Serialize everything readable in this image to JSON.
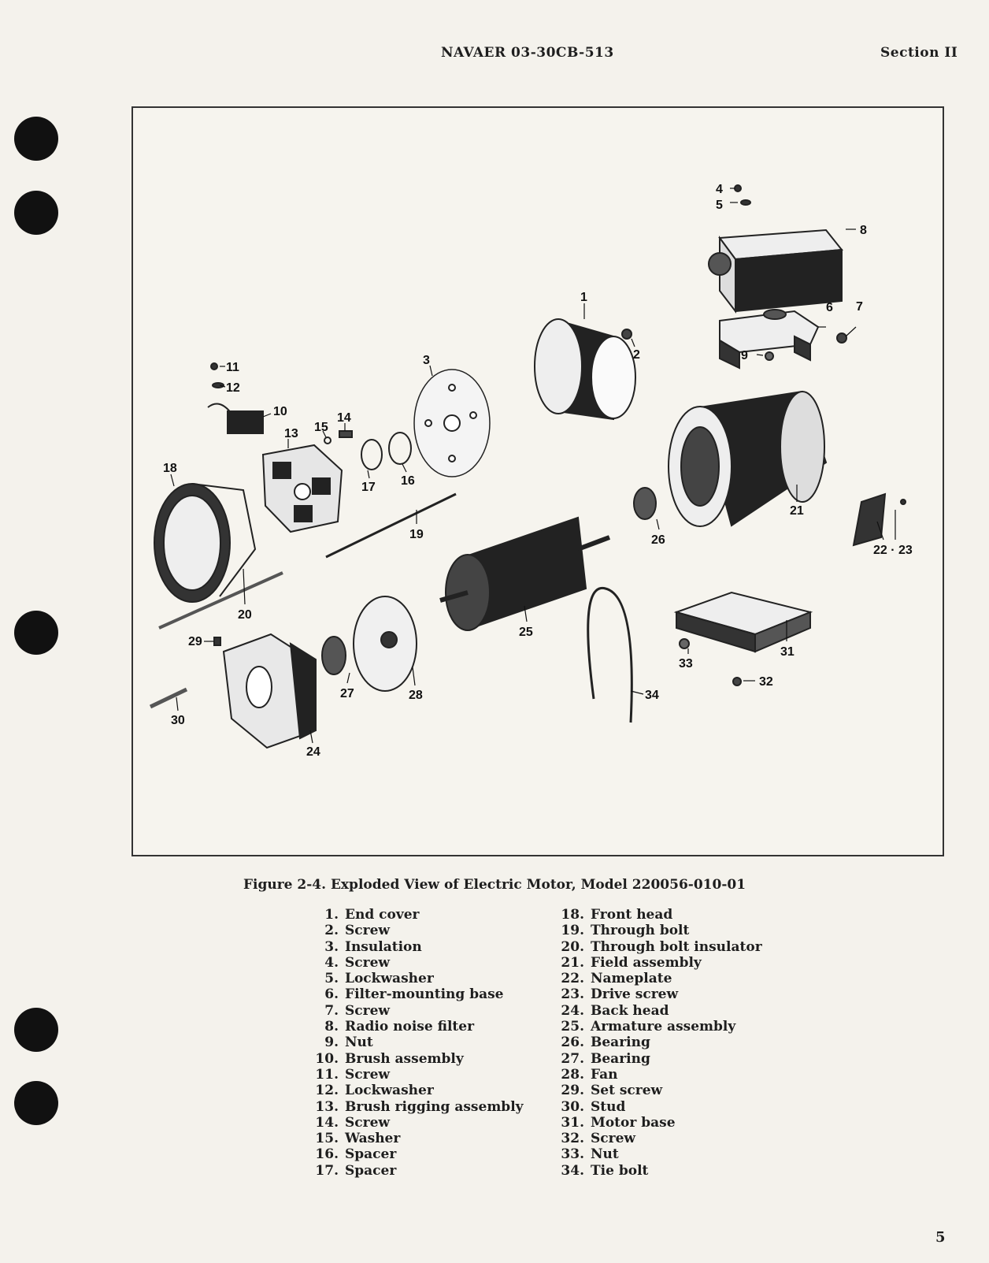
{
  "header": {
    "doc_number": "NAVAER 03-30CB-513",
    "section": "Section II"
  },
  "figure": {
    "caption": "Figure 2-4. Exploded View of Electric Motor, Model 220056-010-01",
    "callouts": {
      "c1": "1",
      "c2": "2",
      "c3": "3",
      "c4": "4",
      "c5": "5",
      "c6": "6",
      "c7": "7",
      "c8": "8",
      "c9": "9",
      "c10": "10",
      "c11": "11",
      "c12": "12",
      "c13": "13",
      "c14": "14",
      "c15": "15",
      "c16": "16",
      "c17": "17",
      "c18": "18",
      "c19": "19",
      "c20": "20",
      "c21": "21",
      "c2223": "22 · 23",
      "c24": "24",
      "c25": "25",
      "c26": "26",
      "c27": "27",
      "c28": "28",
      "c29": "29",
      "c30": "30",
      "c31": "31",
      "c32": "32",
      "c33": "33",
      "c34": "34"
    }
  },
  "parts_left": [
    {
      "num": "1.",
      "name": "End cover"
    },
    {
      "num": "2.",
      "name": "Screw"
    },
    {
      "num": "3.",
      "name": "Insulation"
    },
    {
      "num": "4.",
      "name": "Screw"
    },
    {
      "num": "5.",
      "name": "Lockwasher"
    },
    {
      "num": "6.",
      "name": "Filter-mounting base"
    },
    {
      "num": "7.",
      "name": "Screw"
    },
    {
      "num": "8.",
      "name": "Radio noise filter"
    },
    {
      "num": "9.",
      "name": "Nut"
    },
    {
      "num": "10.",
      "name": "Brush assembly"
    },
    {
      "num": "11.",
      "name": "Screw"
    },
    {
      "num": "12.",
      "name": "Lockwasher"
    },
    {
      "num": "13.",
      "name": "Brush rigging assembly"
    },
    {
      "num": "14.",
      "name": "Screw"
    },
    {
      "num": "15.",
      "name": "Washer"
    },
    {
      "num": "16.",
      "name": "Spacer"
    },
    {
      "num": "17.",
      "name": "Spacer"
    }
  ],
  "parts_right": [
    {
      "num": "18.",
      "name": "Front head"
    },
    {
      "num": "19.",
      "name": "Through bolt"
    },
    {
      "num": "20.",
      "name": "Through bolt insulator"
    },
    {
      "num": "21.",
      "name": "Field assembly"
    },
    {
      "num": "22.",
      "name": "Nameplate"
    },
    {
      "num": "23.",
      "name": "Drive screw"
    },
    {
      "num": "24.",
      "name": "Back head"
    },
    {
      "num": "25.",
      "name": "Armature assembly"
    },
    {
      "num": "26.",
      "name": "Bearing"
    },
    {
      "num": "27.",
      "name": "Bearing"
    },
    {
      "num": "28.",
      "name": "Fan"
    },
    {
      "num": "29.",
      "name": "Set screw"
    },
    {
      "num": "30.",
      "name": "Stud"
    },
    {
      "num": "31.",
      "name": "Motor base"
    },
    {
      "num": "32.",
      "name": "Screw"
    },
    {
      "num": "33.",
      "name": "Nut"
    },
    {
      "num": "34.",
      "name": "Tie bolt"
    }
  ],
  "page_number": "5"
}
